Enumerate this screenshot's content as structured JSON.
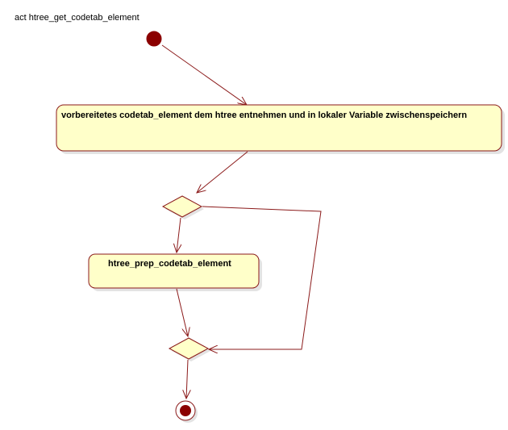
{
  "diagram": {
    "title": "act htree_get_codetab_element",
    "actions": {
      "prepare": "vorbereitetes codetab_element dem htree entnehmen und in lokaler Variable zwischenspeichern",
      "htree_prep": "htree_prep_codetab_element"
    },
    "colors": {
      "action_fill": "#ffffc9",
      "border": "#8b1a1a",
      "node_fill": "#8b0000",
      "edge": "#8b1a1a"
    }
  }
}
